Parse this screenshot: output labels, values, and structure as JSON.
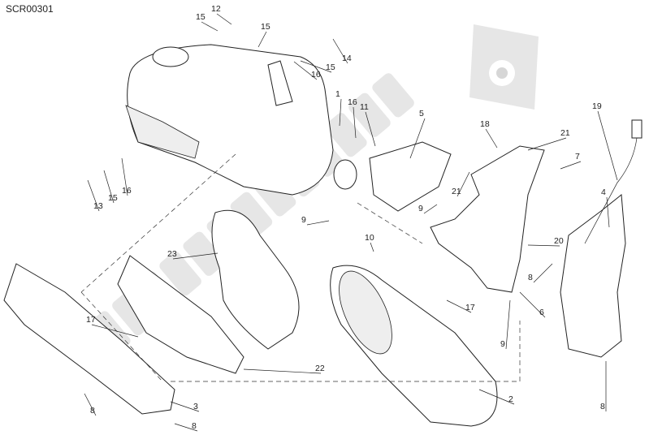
{
  "diagram_code": "SCR00301",
  "watermark": "PartsRepublik",
  "watermark_icon": "gear-icon",
  "callouts": [
    "12",
    "15",
    "15",
    "14",
    "15",
    "16",
    "1",
    "16",
    "11",
    "5",
    "18",
    "21",
    "19",
    "7",
    "4",
    "21",
    "9",
    "9",
    "10",
    "20",
    "23",
    "8",
    "6",
    "17",
    "9",
    "17",
    "22",
    "2",
    "3",
    "8",
    "8",
    "8",
    "13",
    "15",
    "16"
  ]
}
